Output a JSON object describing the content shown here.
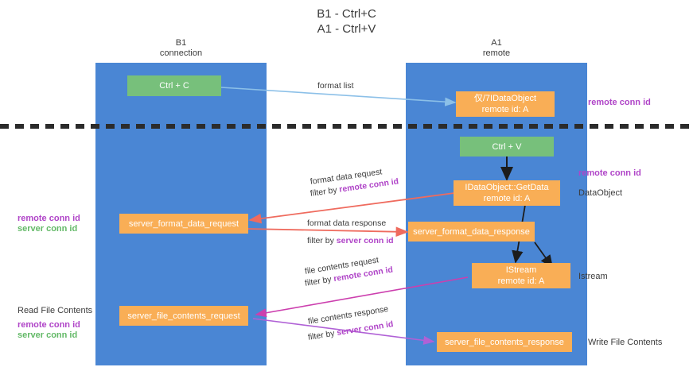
{
  "title": {
    "line1": "B1 - Ctrl+C",
    "line2": "A1 - Ctrl+V"
  },
  "columns": [
    {
      "name": "B1",
      "sub": "connection"
    },
    {
      "name": "A1",
      "sub": "remote"
    }
  ],
  "boxes": {
    "ctrl_c": "Ctrl + C",
    "ctrl_v": "Ctrl + V",
    "idataobject_l1": "仅/7IDataObject",
    "idataobject_l2": "remote id: A",
    "getdata_l1": "IDataObject::GetData",
    "getdata_l2": "remote id: A",
    "istream_l1": "IStream",
    "istream_l2": "remote id: A",
    "server_format_data_request": "server_format_data_request",
    "server_format_data_response": "server_format_data_response",
    "server_file_contents_request": "server_file_contents_request",
    "server_file_contents_response": "server_file_contents_response"
  },
  "edges": {
    "format_list": "format list",
    "format_data_request": "format data request",
    "format_data_request_filter_pre": "filter by ",
    "format_data_request_filter_key": "remote conn id",
    "format_data_response": "format data response",
    "format_data_response_filter_pre": "filter by ",
    "format_data_response_filter_key": "server conn id",
    "file_contents_request": "file contents request",
    "file_contents_request_filter_pre": "filter by ",
    "file_contents_request_filter_key": "remote conn id",
    "file_contents_response": "file contents response",
    "file_contents_response_filter_pre": "filter by ",
    "file_contents_response_filter_key": "server conn id"
  },
  "annotations": {
    "right_remote_conn_id_top": "remote conn id",
    "right_remote_conn_id_mid": "remote conn id",
    "right_dataobject": "DataObject",
    "right_istream": "Istream",
    "right_write_file_contents": "Write File Contents",
    "left_remote_conn_id_mid": "remote conn id",
    "left_server_conn_id_mid": "server conn id",
    "left_read_file_contents": "Read File Contents",
    "left_remote_conn_id_bottom": "remote conn id",
    "left_server_conn_id_bottom": "server conn id"
  },
  "colors": {
    "lane": "#4a86d4",
    "green_box": "#77c07b",
    "orange_box": "#f9ae56",
    "purple_text": "#b045c8",
    "green_text": "#63b967",
    "arrow_blue": "#8cc0e8",
    "arrow_red": "#ef6b5e",
    "arrow_magenta": "#cc3fae",
    "arrow_violet": "#b061d6",
    "arrow_black": "#1c1c1c"
  }
}
